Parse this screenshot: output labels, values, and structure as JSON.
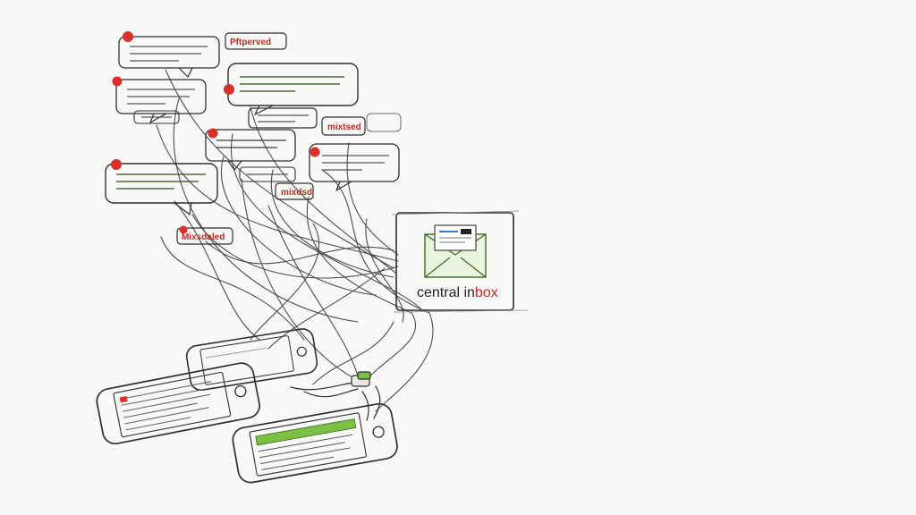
{
  "bubble_labels": {
    "label_1": "Pftperved",
    "label_2": "mixtsed",
    "label_3": "mixdsd",
    "label_4": "Mixsdaled"
  },
  "inbox": {
    "caption_main": "central in",
    "caption_accent": "box"
  },
  "colors": {
    "green": "#7bc043",
    "gray": "#cfcfcf",
    "red": "#d8302a",
    "ink": "#2f2f2f"
  }
}
